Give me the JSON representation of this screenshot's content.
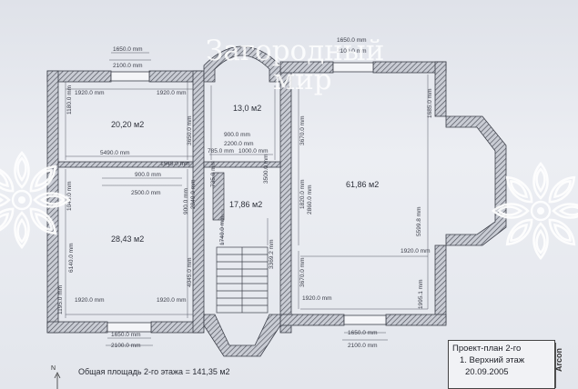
{
  "watermark": {
    "line1": "Загородный",
    "line2": "мир"
  },
  "rooms": [
    {
      "key": "r1",
      "area": "20,20 м2"
    },
    {
      "key": "r2",
      "area": "13,0 м2"
    },
    {
      "key": "r3",
      "area": "61,86 м2"
    },
    {
      "key": "r4",
      "area": "17,86 м2"
    },
    {
      "key": "r5",
      "area": "28,43 м2"
    }
  ],
  "dimensions": {
    "top_left_a": "1650.0 mm",
    "top_left_b": "2100.0 mm",
    "top_right_a": "1650.0 mm",
    "top_right_b": "2100.0 mm",
    "bot_left_a": "1650.0 mm",
    "bot_left_b": "2100.0 mm",
    "bot_right_a": "1650.0 mm",
    "bot_right_b": "2100.0 mm",
    "r1_left": "1920.0 mm",
    "r1_right": "1920.0 mm",
    "r1_h": "1180.0 mm",
    "r1_h2": "3650.0 mm",
    "mid_5490": "5490.0 mm",
    "mid_1545": "1545.0 mm",
    "mid_900_a": "900.0 mm",
    "mid_2500": "2500.0 mm",
    "r2_900": "900.0 mm",
    "r2_2200": "2200.0 mm",
    "r2_785": "785.0 mm",
    "r2_1000": "1000.0 mm",
    "v_735": "735.0 mm",
    "v_3670": "3670.0 mm",
    "v_3500": "3500.0 mm",
    "v_1820": "1820.0 mm",
    "v_2860": "2860.0 mm",
    "v_1685": "1685.0 mm",
    "v_5599": "5599.8 mm",
    "v_1045": "1045.0 mm",
    "v_900b": "900.0 mm",
    "v_2840": "2840.0 mm",
    "v_6140": "6140.0 mm",
    "v_4045": "4045.0 mm",
    "v_1740": "1740.0 mm",
    "v_3369": "3369.2 mm",
    "v_3670b": "3670.0 mm",
    "r3_1920": "1920.0 mm",
    "r3_bot": "1920.0 mm",
    "v_1195": "1195.0 mm",
    "v_1995": "1995.1 mm",
    "r5_left": "1920.0 mm",
    "r5_right": "1920.0 mm"
  },
  "total_area": {
    "label": "Общая площадь 2-го этажа =",
    "value": "141,35 м2"
  },
  "north": "N",
  "title_block": {
    "line1": "Проект-план 2-го",
    "line2": "1. Верхний этаж",
    "date": "20.09.2005",
    "brand": "Arcon"
  }
}
